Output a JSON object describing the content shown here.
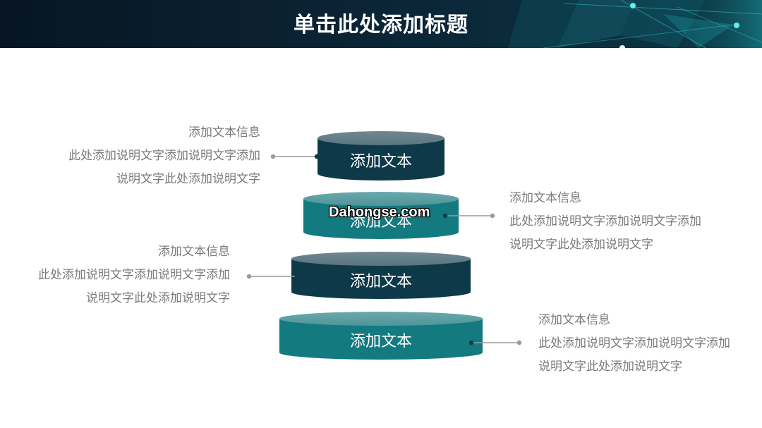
{
  "header": {
    "title": "单击此处添加标题"
  },
  "tiers": [
    {
      "label": "添加文本",
      "heading": "添加文本信息",
      "line1": "此处添加说明文字添加说明文字添加",
      "line2": "说明文字此处添加说明文字"
    },
    {
      "label": "添加文本",
      "heading": "添加文本信息",
      "line1": "此处添加说明文字添加说明文字添加",
      "line2": "说明文字此处添加说明文字"
    },
    {
      "label": "添加文本",
      "heading": "添加文本信息",
      "line1": "此处添加说明文字添加说明文字添加",
      "line2": "说明文字此处添加说明文字"
    },
    {
      "label": "添加文本",
      "heading": "添加文本信息",
      "line1": "此处添加说明文字添加说明文字添加",
      "line2": "说明文字此处添加说明文字"
    }
  ],
  "watermark": "Dahongse.com",
  "colors": {
    "dark": "#0d3a4a",
    "teal": "#137a80",
    "header_bg": "#071522",
    "text_gray": "#7a7a7a",
    "connector": "#9a9a9a"
  }
}
